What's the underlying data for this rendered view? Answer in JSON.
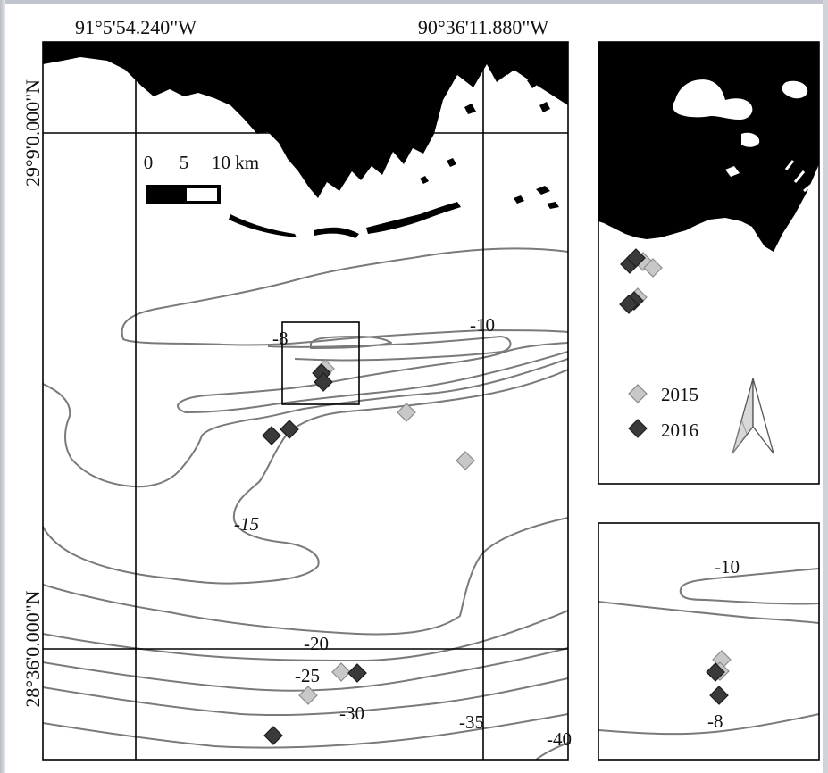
{
  "coordinates": {
    "lon_left": "91°5'54.240\"W",
    "lon_right": "90°36'11.880\"W",
    "lat_top": "29°9'0.000\"N",
    "lat_bottom": "28°36'0.000\"N"
  },
  "scale_bar": {
    "labels": [
      "0",
      "5",
      "10 km"
    ]
  },
  "contour_labels": {
    "main": [
      "-8",
      "-10",
      "-15",
      "-20",
      "-25",
      "-30",
      "-35",
      "-40"
    ],
    "inset": [
      "-10",
      "-8"
    ]
  },
  "legend": {
    "items": [
      {
        "label": "2015",
        "color": "#c8c8c8"
      },
      {
        "label": "2016",
        "color": "#3a3a3a"
      }
    ]
  },
  "colors": {
    "year_2015": "#c8c8c8",
    "year_2016": "#3a3a3a",
    "contour": "#7a7a7a",
    "land": "#000000"
  },
  "icons": {
    "north_arrow": "north-arrow-icon",
    "marker": "diamond-marker"
  }
}
